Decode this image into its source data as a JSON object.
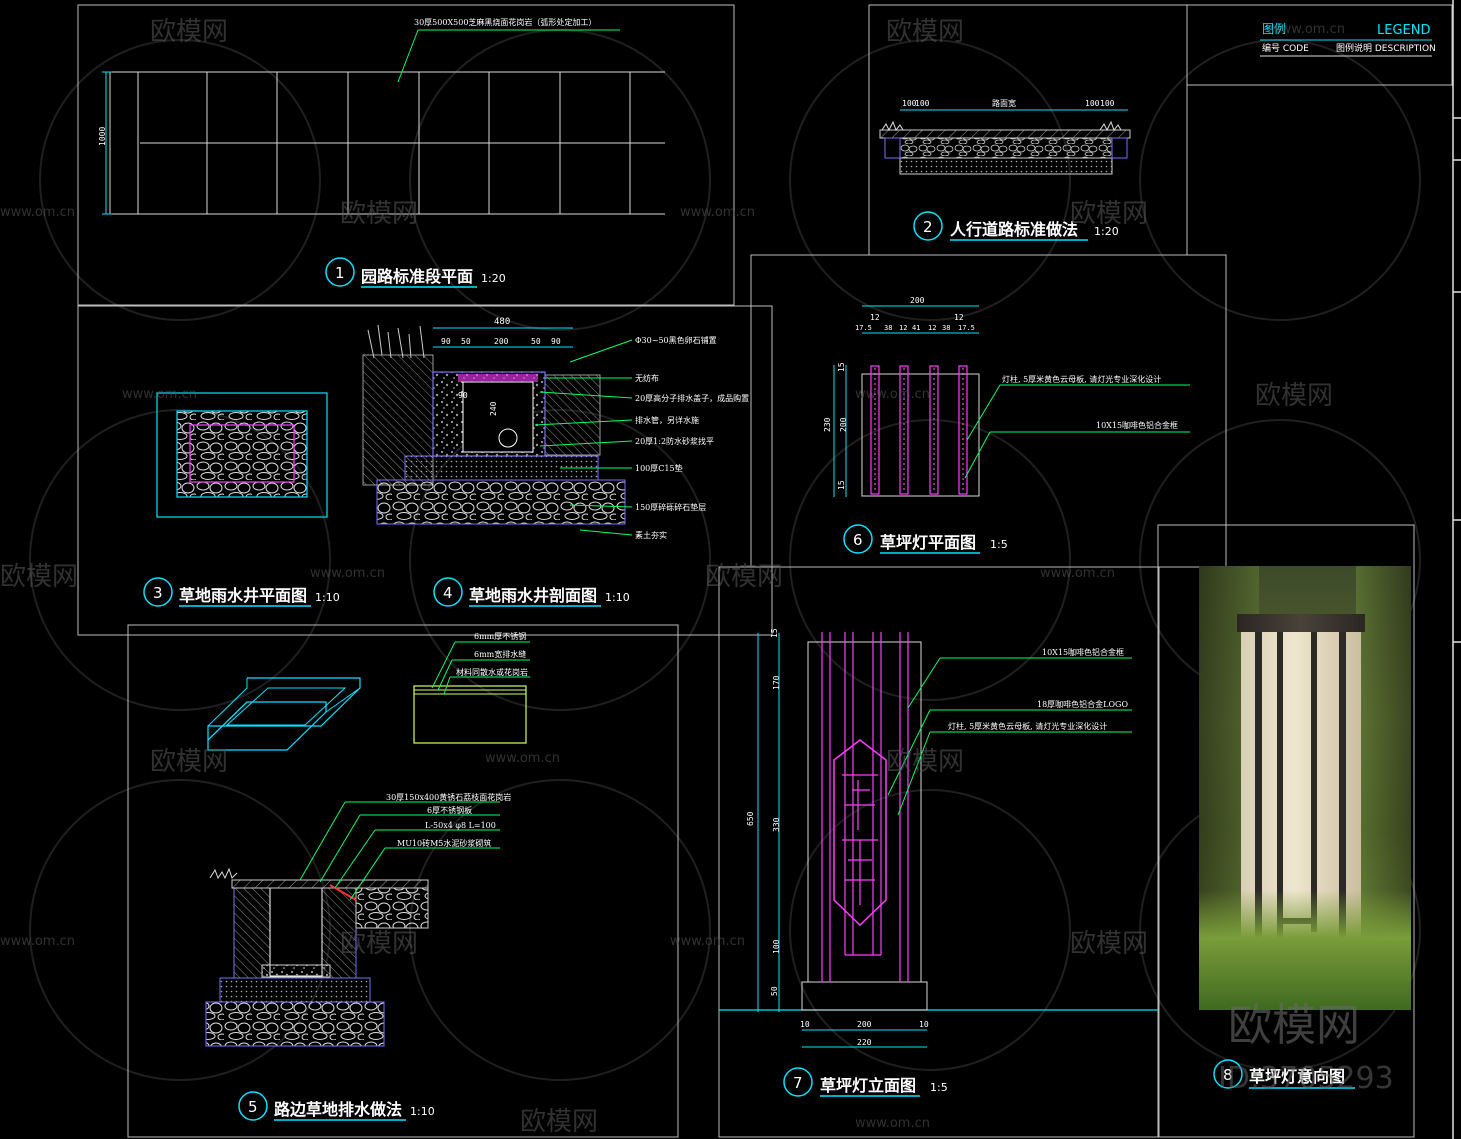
{
  "watermark": {
    "brand": "欧模网",
    "url": "www.om.cn",
    "code": "ID:3705293"
  },
  "legend": {
    "title_cn": "图例",
    "title_en": "LEGEND",
    "col1": "编号 CODE",
    "col2": "图例说明 DESCRIPTION"
  },
  "drawings": [
    {
      "num": "1",
      "title": "园路标准段平面",
      "scale": "1:20"
    },
    {
      "num": "2",
      "title": "人行道路标准做法",
      "scale": "1:20"
    },
    {
      "num": "3",
      "title": "草地雨水井平面图",
      "scale": "1:10"
    },
    {
      "num": "4",
      "title": "草地雨水井剖面图",
      "scale": "1:10"
    },
    {
      "num": "5",
      "title": "路边草地排水做法",
      "scale": "1:10"
    },
    {
      "num": "6",
      "title": "草坪灯平面图",
      "scale": "1:5"
    },
    {
      "num": "7",
      "title": "草坪灯立面图",
      "scale": "1:5"
    },
    {
      "num": "8",
      "title": "草坪灯意向图",
      "scale": ""
    }
  ],
  "d1": {
    "note": "30厚500X500芝麻黑烧面花岗岩（弧形处定加工）",
    "dim": "1000"
  },
  "d2": {
    "dims": [
      "100",
      "100",
      "路面宽",
      "100",
      "100"
    ]
  },
  "d4": {
    "top_dim": "480",
    "dims": [
      "90",
      "50",
      "200",
      "50",
      "90"
    ],
    "inner": [
      "90",
      "240"
    ],
    "notes": [
      "Φ30~50黑色卵石铺置",
      "无纺布",
      "20厚高分子排水盖子，成品购置",
      "排水管，另详水施",
      "20厚1:2防水砂浆找平",
      "100厚C15垫",
      "150厚碎砾碎石垫层",
      "素土夯实"
    ]
  },
  "d5": {
    "top_notes": [
      "6mm厚不锈钢",
      "6mm宽排水缝",
      "材料同散水或花岗岩"
    ],
    "notes": [
      "30厚150x400黄锈石荔枝面花岗岩",
      "6厚不锈钢板",
      "L-50x4 φ8 L=100",
      "MU10砖M5水泥砂浆砌筑"
    ]
  },
  "d6": {
    "top_dim": "200",
    "sub_dims": [
      "17.5",
      "38",
      "12",
      "41",
      "12",
      "38",
      "17.5"
    ],
    "mini_dims": [
      "12",
      "12"
    ],
    "side_dims": [
      "230",
      "15",
      "200",
      "15"
    ],
    "notes": [
      "灯柱, 5厚米黄色云母板, 请灯光专业深化设计",
      "10X15咖啡色铝合金框"
    ]
  },
  "d7": {
    "side_dims": [
      "650",
      "15",
      "170",
      "330",
      "100",
      "50"
    ],
    "bottom_dims": [
      "10",
      "200",
      "10",
      "220"
    ],
    "notes": [
      "10X15咖啡色铝合金框",
      "18厚咖啡色铝合金LOGO",
      "灯柱, 5厚米黄色云母板, 请灯光专业深化设计"
    ]
  }
}
